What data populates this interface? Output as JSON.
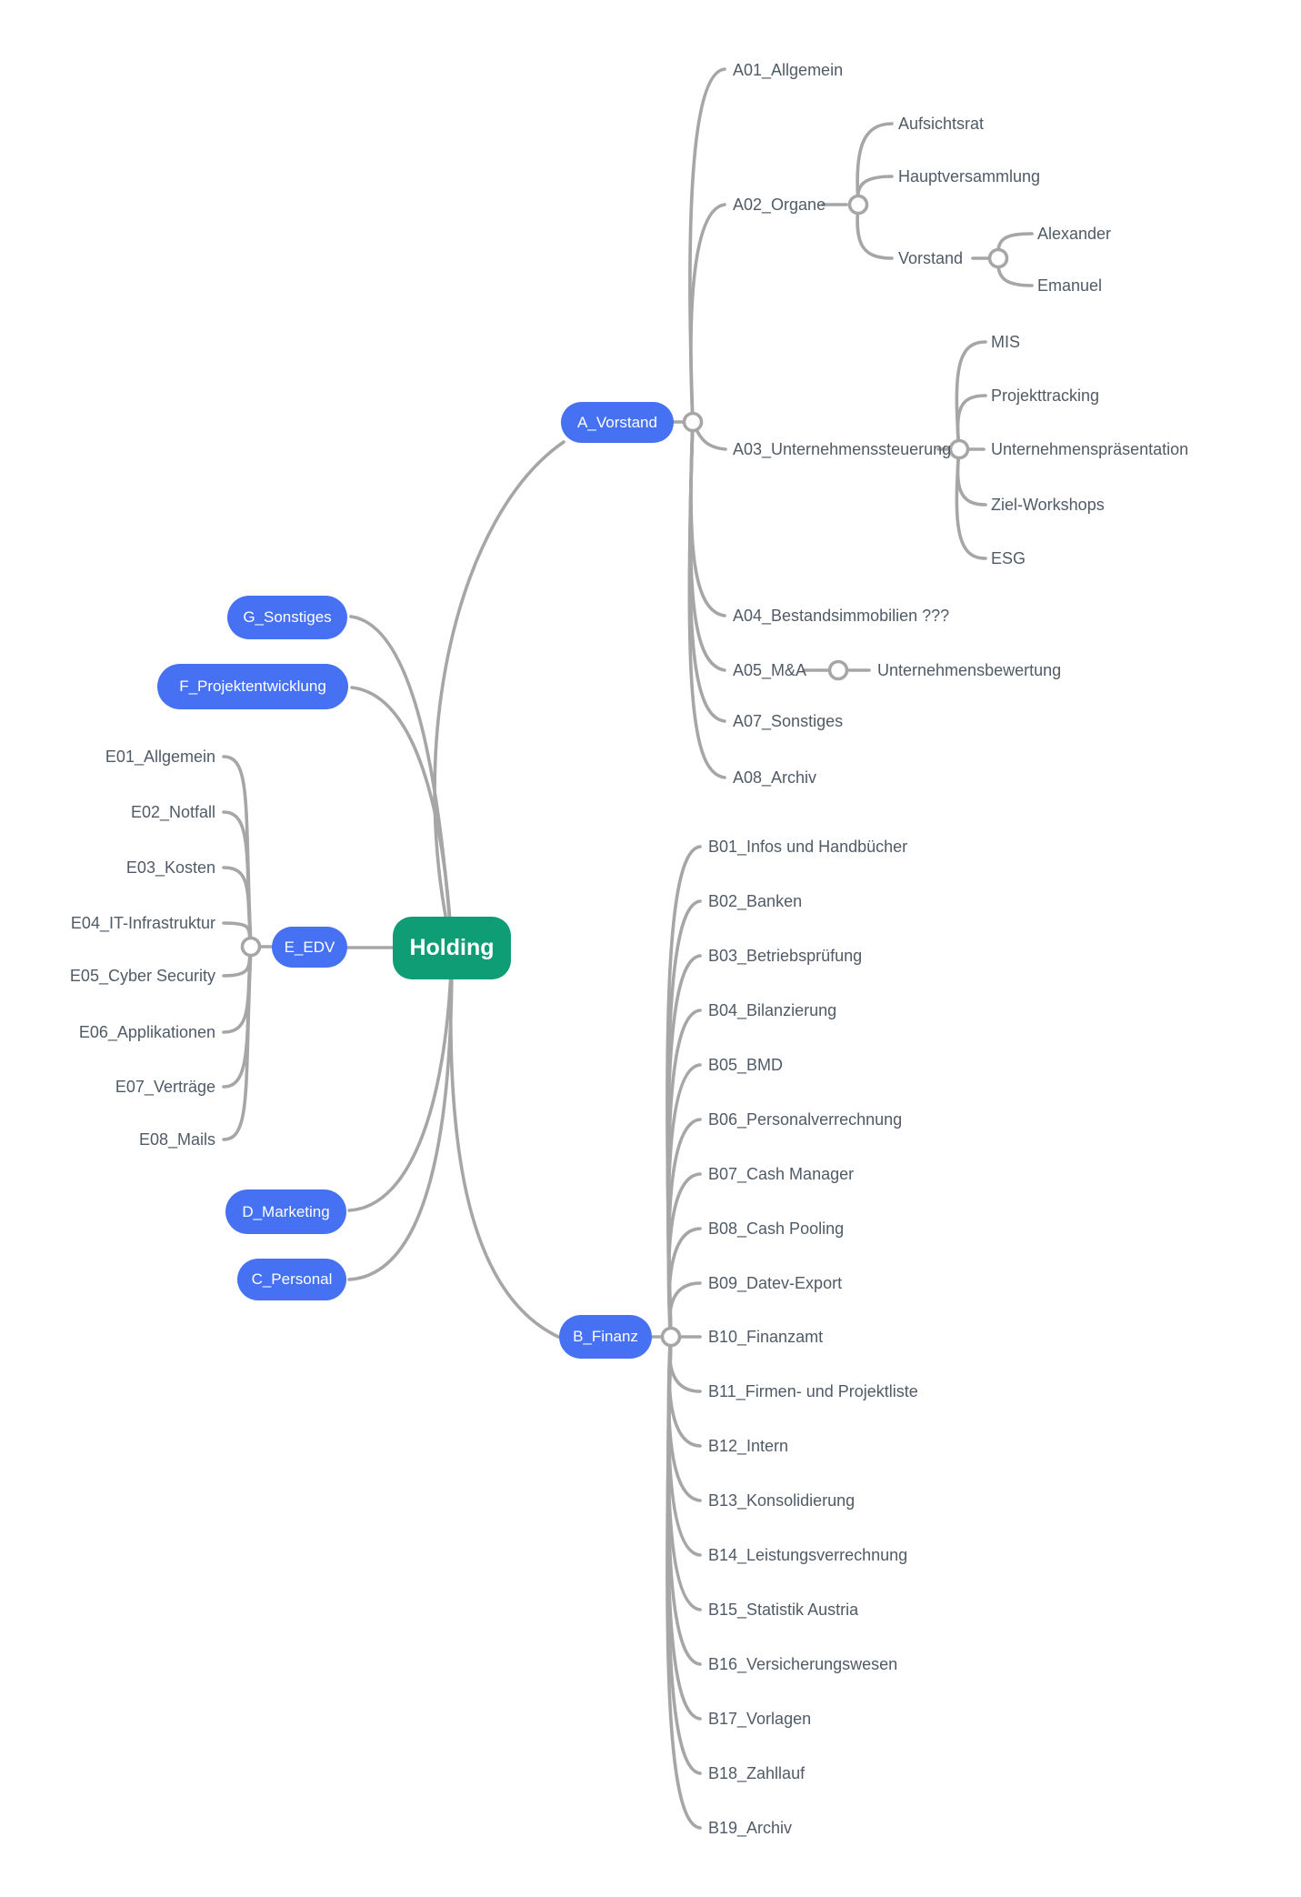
{
  "title": "Holding mind map",
  "colors": {
    "root_fill": "#0f9d76",
    "branch_fill": "#4671f2",
    "text": "#505b66",
    "line": "#a6a6a6"
  },
  "root": {
    "label": "Holding"
  },
  "branches": [
    {
      "label": "A_Vorstand",
      "children": [
        {
          "label": "A01_Allgemein"
        },
        {
          "label": "A02_Organe",
          "children": [
            {
              "label": "Aufsichtsrat"
            },
            {
              "label": "Hauptversammlung"
            },
            {
              "label": "Vorstand",
              "children": [
                {
                  "label": "Alexander"
                },
                {
                  "label": "Emanuel"
                }
              ]
            }
          ]
        },
        {
          "label": "A03_Unternehmenssteuerung",
          "children": [
            {
              "label": "MIS"
            },
            {
              "label": "Projekttracking"
            },
            {
              "label": "Unternehmenspräsentation"
            },
            {
              "label": "Ziel-Workshops"
            },
            {
              "label": "ESG"
            }
          ]
        },
        {
          "label": "A04_Bestandsimmobilien ???"
        },
        {
          "label": "A05_M&A",
          "children": [
            {
              "label": "Unternehmensbewertung"
            }
          ]
        },
        {
          "label": "A07_Sonstiges"
        },
        {
          "label": "A08_Archiv"
        }
      ]
    },
    {
      "label": "G_Sonstiges"
    },
    {
      "label": "F_Projektentwicklung"
    },
    {
      "label": "E_EDV",
      "children": [
        {
          "label": "E01_Allgemein"
        },
        {
          "label": "E02_Notfall"
        },
        {
          "label": "E03_Kosten"
        },
        {
          "label": "E04_IT-Infrastruktur"
        },
        {
          "label": "E05_Cyber Security"
        },
        {
          "label": "E06_Applikationen"
        },
        {
          "label": "E07_Verträge"
        },
        {
          "label": "E08_Mails"
        }
      ]
    },
    {
      "label": "D_Marketing"
    },
    {
      "label": "C_Personal"
    },
    {
      "label": "B_Finanz",
      "children": [
        {
          "label": "B01_Infos und Handbücher"
        },
        {
          "label": "B02_Banken"
        },
        {
          "label": "B03_Betriebsprüfung"
        },
        {
          "label": "B04_Bilanzierung"
        },
        {
          "label": "B05_BMD"
        },
        {
          "label": "B06_Personalverrechnung"
        },
        {
          "label": "B07_Cash Manager"
        },
        {
          "label": "B08_Cash Pooling"
        },
        {
          "label": "B09_Datev-Export"
        },
        {
          "label": "B10_Finanzamt"
        },
        {
          "label": "B11_Firmen- und Projektliste"
        },
        {
          "label": "B12_Intern"
        },
        {
          "label": "B13_Konsolidierung"
        },
        {
          "label": "B14_Leistungsverrechnung"
        },
        {
          "label": "B15_Statistik Austria"
        },
        {
          "label": "B16_Versicherungswesen"
        },
        {
          "label": "B17_Vorlagen"
        },
        {
          "label": "B18_Zahllauf"
        },
        {
          "label": "B19_Archiv"
        }
      ]
    }
  ]
}
